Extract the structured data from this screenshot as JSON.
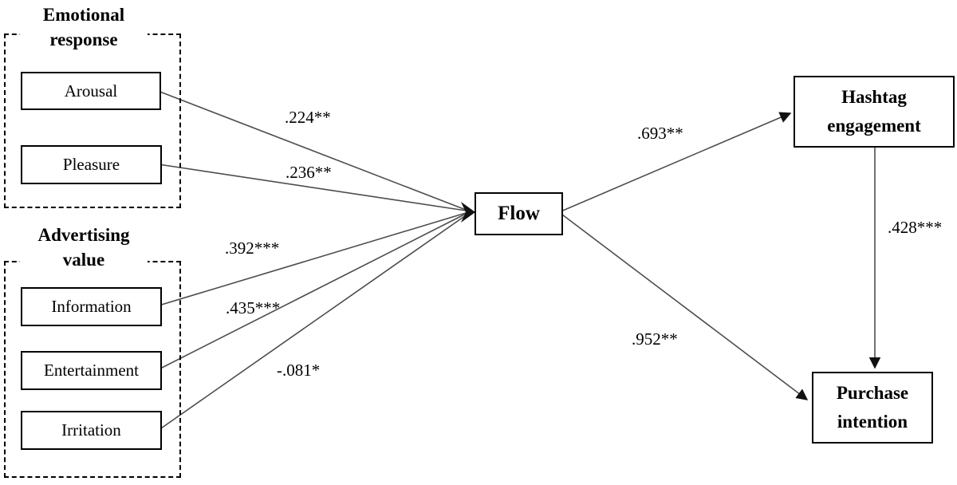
{
  "groups": {
    "emotional": {
      "line1": "Emotional",
      "line2": "response"
    },
    "advertising": {
      "line1": "Advertising",
      "line2": "value"
    }
  },
  "nodes": {
    "arousal": {
      "label": "Arousal"
    },
    "pleasure": {
      "label": "Pleasure"
    },
    "information": {
      "label": "Information"
    },
    "entertainment": {
      "label": "Entertainment"
    },
    "irritation": {
      "label": "Irritation"
    },
    "flow": {
      "label": "Flow"
    },
    "hashtag_engagement": {
      "line1": "Hashtag",
      "line2": "engagement"
    },
    "purchase_intention": {
      "line1": "Purchase",
      "line2": "intention"
    }
  },
  "edges": [
    {
      "from": "Arousal",
      "to": "Flow",
      "coefficient": ".224**"
    },
    {
      "from": "Pleasure",
      "to": "Flow",
      "coefficient": ".236**"
    },
    {
      "from": "Information",
      "to": "Flow",
      "coefficient": ".392***"
    },
    {
      "from": "Entertainment",
      "to": "Flow",
      "coefficient": ".435***"
    },
    {
      "from": "Irritation",
      "to": "Flow",
      "coefficient": "-.081*"
    },
    {
      "from": "Flow",
      "to": "Hashtag engagement",
      "coefficient": ".693**"
    },
    {
      "from": "Flow",
      "to": "Purchase intention",
      "coefficient": ".952**"
    },
    {
      "from": "Hashtag engagement",
      "to": "Purchase intention",
      "coefficient": ".428***"
    }
  ],
  "colors": {
    "line": "#4d4d4d",
    "arrowhead": "#111111",
    "node_border": "#000000",
    "background": "#ffffff",
    "text": "#000000"
  }
}
